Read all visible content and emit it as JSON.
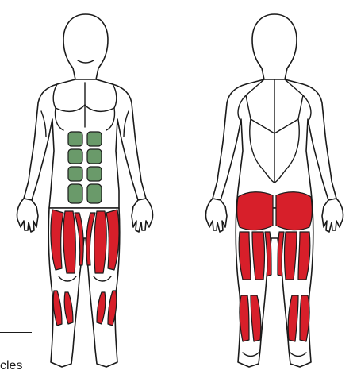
{
  "caption": {
    "text": "cles"
  },
  "colors": {
    "highlight_red": "#d71f2a",
    "highlight_green": "#6a9a6a",
    "outline": "#1a1a1a",
    "body_fill": "#ffffff"
  },
  "figures": [
    {
      "view": "front",
      "highlighted": [
        "abdominals",
        "quadriceps",
        "calves"
      ]
    },
    {
      "view": "back",
      "highlighted": [
        "glutes",
        "hamstrings",
        "calves"
      ]
    }
  ]
}
